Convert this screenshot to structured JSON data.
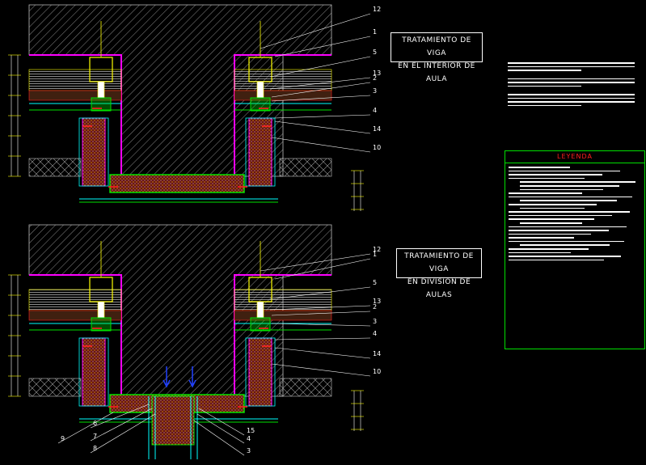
{
  "titles": {
    "top": [
      "TRATAMIENTO DE VIGA",
      "EN EL INTERIOR DE AULA"
    ],
    "bottom": [
      "TRATAMIENTO DE VIGA",
      "EN DIVISION DE AULAS"
    ]
  },
  "legend_title": "LEYENDA",
  "callouts_top": [
    "12",
    "1",
    "5",
    "13",
    "2",
    "3",
    "4",
    "14",
    "10"
  ],
  "callouts_bottom": [
    "12",
    "1",
    "5",
    "13",
    "2",
    "3",
    "4",
    "14",
    "10",
    "6",
    "7",
    "8",
    "9",
    "15",
    "4",
    "3"
  ],
  "colors": {
    "background": "#000000",
    "hatch": "#9a9a9a",
    "magenta": "#ff00ff",
    "green": "#00e000",
    "cyan": "#00ffff",
    "yellow": "#ffff00",
    "red": "#ff2020",
    "core": "#7a1a1a",
    "blue": "#2040ff",
    "white": "#ffffff"
  }
}
